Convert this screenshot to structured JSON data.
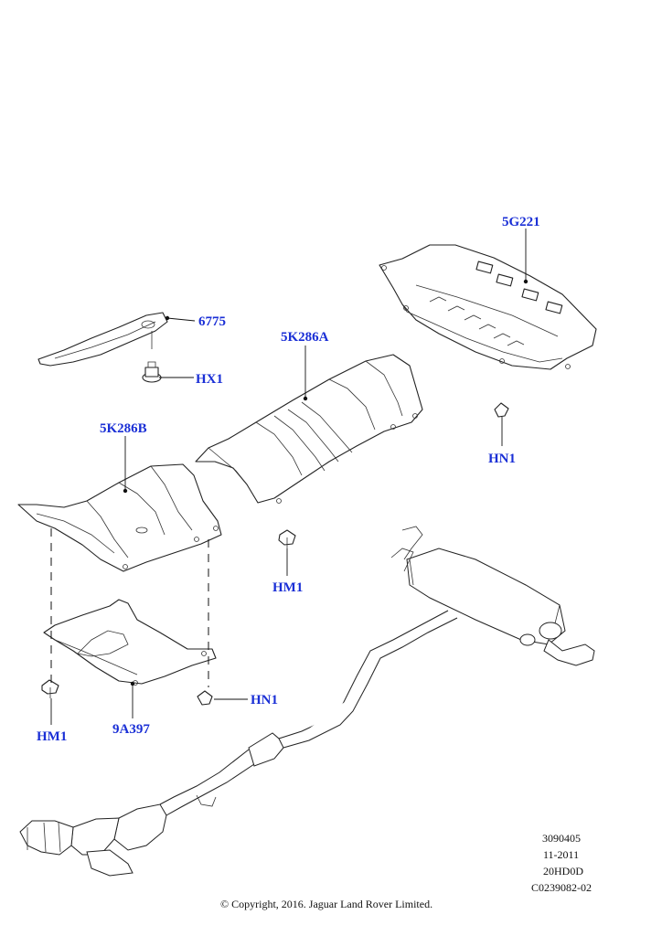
{
  "parts": {
    "p5g221": "5G221",
    "p6775": "6775",
    "hx1": "HX1",
    "p5k286a": "5K286A",
    "p5k286b": "5K286B",
    "hn1_right": "HN1",
    "hm1_center": "HM1",
    "hn1_left": "HN1",
    "hm1_left": "HM1",
    "p9a397": "9A397"
  },
  "meta": {
    "line1": "3090405",
    "line2": "11-2011",
    "line3": "20HD0D",
    "line4": "C0239082-02"
  },
  "copyright": "© Copyright, 2016. Jaguar Land Rover Limited.",
  "colors": {
    "label": "#1a2fd6",
    "line": "#222222",
    "background": "#ffffff"
  }
}
